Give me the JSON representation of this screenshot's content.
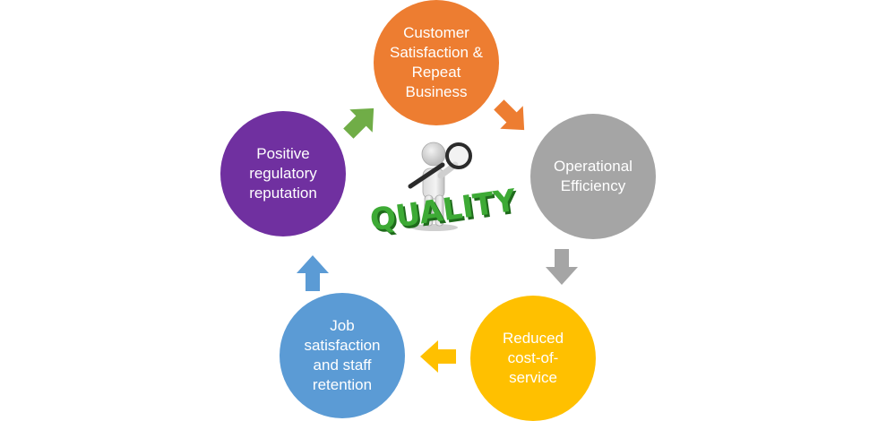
{
  "nodes": [
    {
      "id": "customer",
      "label": "Customer Satisfaction & Repeat Business",
      "color": "#ED7D31"
    },
    {
      "id": "operational",
      "label": "Operational Efficiency",
      "color": "#A5A5A5"
    },
    {
      "id": "reduced",
      "label": "Reduced cost-of-service",
      "color": "#FFC000"
    },
    {
      "id": "job",
      "label": "Job satisfaction and staff retention",
      "color": "#5B9BD5"
    },
    {
      "id": "positive",
      "label": "Positive regulatory reputation",
      "color": "#7030A0"
    }
  ],
  "arrows": [
    {
      "color": "#ED7D31",
      "icon": "arrow-down-right-icon"
    },
    {
      "color": "#A5A5A5",
      "icon": "arrow-down-icon"
    },
    {
      "color": "#FFC000",
      "icon": "arrow-left-icon"
    },
    {
      "color": "#5B9BD5",
      "icon": "arrow-up-icon"
    },
    {
      "color": "#70AD47",
      "icon": "arrow-up-right-icon"
    }
  ],
  "center": {
    "word": "QUALITY",
    "word_color": "#3DAA35",
    "figure_icon": "person-with-magnifier-icon"
  }
}
